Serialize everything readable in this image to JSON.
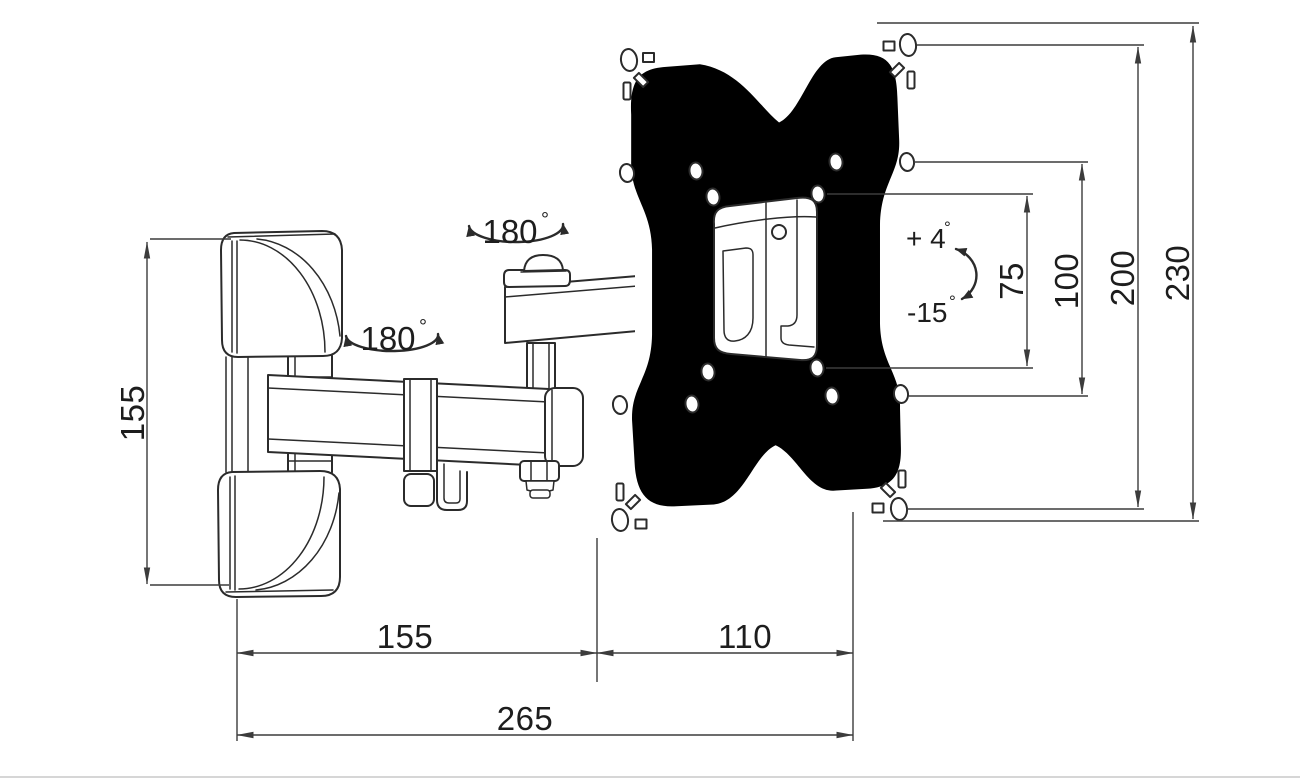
{
  "drawing": {
    "subject": "articulating-tv-wall-mount-technical-drawing",
    "annotations": {
      "left_height": "155",
      "arm_reach": "155",
      "plate_depth": "110",
      "total_reach": "265",
      "vesa_inner": "75",
      "vesa_outer": "100",
      "hole_span": "200",
      "plate_height": "230",
      "swivel_upper": "180",
      "swivel_lower": "180",
      "tilt_up": "+ 4",
      "tilt_down": "-15",
      "degree": "°"
    },
    "colors": {
      "ink": "#2b2b2b",
      "dimension": "#3c3c3c",
      "background": "#ffffff",
      "page_edge": "#d6d6d6"
    }
  }
}
